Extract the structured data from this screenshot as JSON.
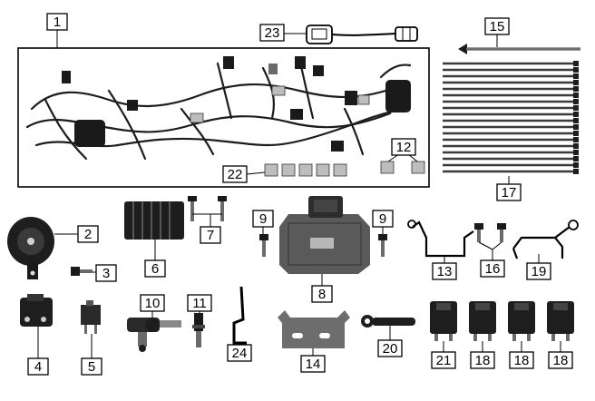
{
  "callouts": {
    "c1": "1",
    "c2": "2",
    "c3": "3",
    "c4": "4",
    "c5": "5",
    "c6": "6",
    "c7": "7",
    "c8": "8",
    "c9a": "9",
    "c9b": "9",
    "c10": "10",
    "c11": "11",
    "c12": "12",
    "c13": "13",
    "c14": "14",
    "c15": "15",
    "c16": "16",
    "c17": "17",
    "c18a": "18",
    "c18b": "18",
    "c18c": "18",
    "c19": "19",
    "c20": "20",
    "c21": "21",
    "c22": "22",
    "c23": "23",
    "c24": "24"
  }
}
